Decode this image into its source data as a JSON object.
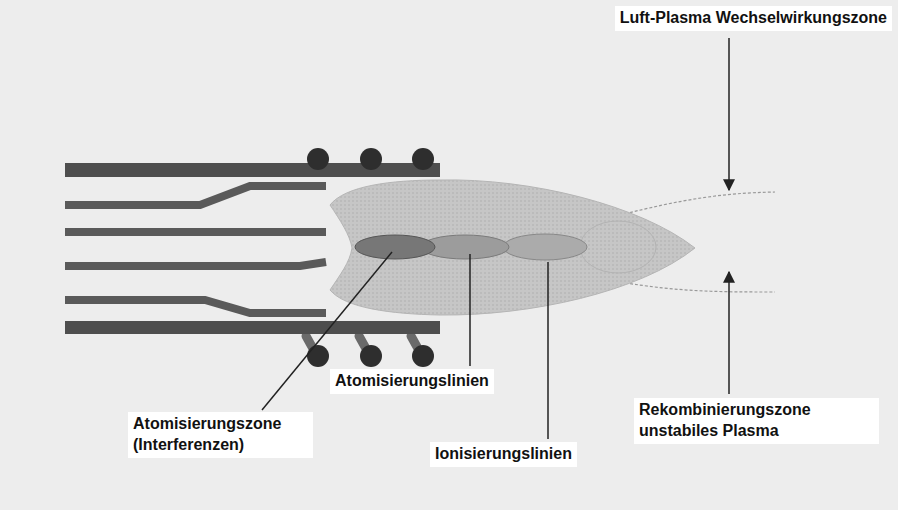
{
  "diagram": {
    "labels": [
      "Luft-Plasma Wechselwirkungszone",
      "Atomisierungslinien",
      "Atomisierungszone (Interferenzen)",
      "Ionisierungslinien",
      "Rekombinierungszone unstabiles Plasma"
    ]
  }
}
